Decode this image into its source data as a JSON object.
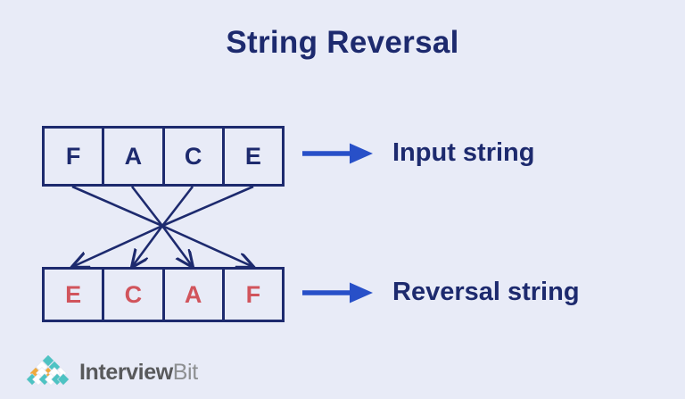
{
  "page": {
    "title": "String Reversal",
    "background_color": "#e8ebf7"
  },
  "colors": {
    "navy": "#1d2a6e",
    "arrow_blue": "#2850c8",
    "red": "#d1545c",
    "logo_teal": "#4ec3c3",
    "logo_orange": "#f0a93c",
    "logo_white": "#ffffff",
    "logo_text_primary": "#58595b",
    "logo_text_secondary": "#8d8f91"
  },
  "diagram": {
    "input": {
      "cells": [
        "F",
        "A",
        "C",
        "E"
      ],
      "callout_label": "Input string",
      "callout_icon": "right-arrow-icon"
    },
    "output": {
      "cells": [
        "E",
        "C",
        "A",
        "F"
      ],
      "callout_label": "Reversal string",
      "callout_icon": "right-arrow-icon"
    },
    "mapping_arrows": [
      {
        "from_index": 0,
        "to_index": 3
      },
      {
        "from_index": 1,
        "to_index": 2
      },
      {
        "from_index": 2,
        "to_index": 1
      },
      {
        "from_index": 3,
        "to_index": 0
      }
    ]
  },
  "logo": {
    "mark_icon": "interviewbit-diamond-logo-icon",
    "text_primary": "Interview",
    "text_secondary": "Bit"
  }
}
